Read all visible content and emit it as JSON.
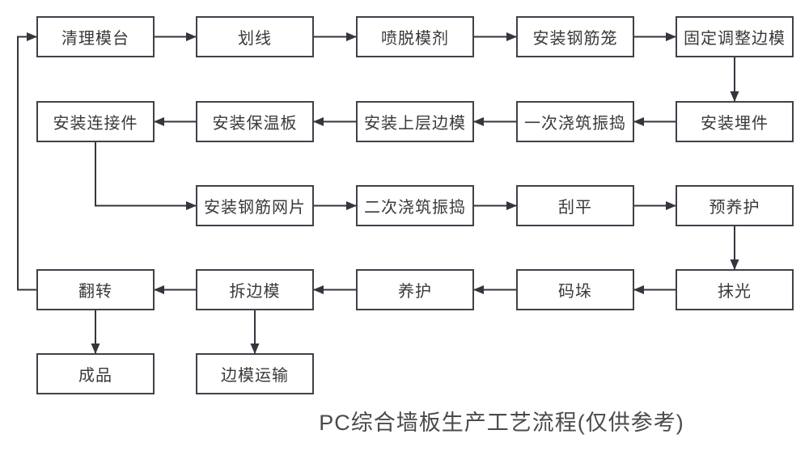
{
  "diagram": {
    "caption": "PC综合墙板生产工艺流程(仅供参考)",
    "colors": {
      "node_border": "#3e424a",
      "node_text": "#38393b",
      "edge_line": "#33363d",
      "caption_text": "#4a4a4a",
      "background": "#ffffff"
    },
    "nodes": [
      {
        "id": "clean-mold-table",
        "label": "清理模台",
        "col": 0,
        "row": 0
      },
      {
        "id": "marking",
        "label": "划线",
        "col": 1,
        "row": 0
      },
      {
        "id": "spray-release-agent",
        "label": "喷脱模剂",
        "col": 2,
        "row": 0
      },
      {
        "id": "install-rebar-cage",
        "label": "安装钢筋笼",
        "col": 3,
        "row": 0
      },
      {
        "id": "fix-adjust-side-mold",
        "label": "固定调整边模",
        "col": 4,
        "row": 0
      },
      {
        "id": "install-connectors",
        "label": "安装连接件",
        "col": 0,
        "row": 1
      },
      {
        "id": "install-insulation-board",
        "label": "安装保温板",
        "col": 1,
        "row": 1
      },
      {
        "id": "install-upper-side-mold",
        "label": "安装上层边模",
        "col": 2,
        "row": 1
      },
      {
        "id": "first-pour-vibrate",
        "label": "一次浇筑振捣",
        "col": 3,
        "row": 1
      },
      {
        "id": "install-embedded-parts",
        "label": "安装埋件",
        "col": 4,
        "row": 1
      },
      {
        "id": "install-rebar-mesh",
        "label": "安装钢筋网片",
        "col": 1,
        "row": 2
      },
      {
        "id": "second-pour-vibrate",
        "label": "二次浇筑振捣",
        "col": 2,
        "row": 2
      },
      {
        "id": "scraping-level",
        "label": "刮平",
        "col": 3,
        "row": 2
      },
      {
        "id": "pre-curing",
        "label": "预养护",
        "col": 4,
        "row": 2
      },
      {
        "id": "flip",
        "label": "翻转",
        "col": 0,
        "row": 3
      },
      {
        "id": "remove-side-mold",
        "label": "拆边模",
        "col": 1,
        "row": 3
      },
      {
        "id": "curing",
        "label": "养护",
        "col": 2,
        "row": 3
      },
      {
        "id": "stacking",
        "label": "码垛",
        "col": 3,
        "row": 3
      },
      {
        "id": "polishing",
        "label": "抹光",
        "col": 4,
        "row": 3
      },
      {
        "id": "finished-product",
        "label": "成品",
        "col": 0,
        "row": 4
      },
      {
        "id": "side-mold-transport",
        "label": "边模运输",
        "col": 1,
        "row": 4
      }
    ],
    "edges": [
      {
        "from": "clean-mold-table",
        "to": "marking",
        "type": "right"
      },
      {
        "from": "marking",
        "to": "spray-release-agent",
        "type": "right"
      },
      {
        "from": "spray-release-agent",
        "to": "install-rebar-cage",
        "type": "right"
      },
      {
        "from": "install-rebar-cage",
        "to": "fix-adjust-side-mold",
        "type": "right"
      },
      {
        "from": "fix-adjust-side-mold",
        "to": "install-embedded-parts",
        "type": "down"
      },
      {
        "from": "install-embedded-parts",
        "to": "first-pour-vibrate",
        "type": "left"
      },
      {
        "from": "first-pour-vibrate",
        "to": "install-upper-side-mold",
        "type": "left"
      },
      {
        "from": "install-upper-side-mold",
        "to": "install-insulation-board",
        "type": "left"
      },
      {
        "from": "install-insulation-board",
        "to": "install-connectors",
        "type": "left"
      },
      {
        "from": "install-connectors",
        "to": "install-rebar-mesh",
        "type": "elbow-down-right"
      },
      {
        "from": "install-rebar-mesh",
        "to": "second-pour-vibrate",
        "type": "right"
      },
      {
        "from": "second-pour-vibrate",
        "to": "scraping-level",
        "type": "right"
      },
      {
        "from": "scraping-level",
        "to": "pre-curing",
        "type": "right"
      },
      {
        "from": "pre-curing",
        "to": "polishing",
        "type": "down"
      },
      {
        "from": "polishing",
        "to": "stacking",
        "type": "left"
      },
      {
        "from": "stacking",
        "to": "curing",
        "type": "left"
      },
      {
        "from": "curing",
        "to": "remove-side-mold",
        "type": "left"
      },
      {
        "from": "remove-side-mold",
        "to": "flip",
        "type": "left"
      },
      {
        "from": "flip",
        "to": "finished-product",
        "type": "down"
      },
      {
        "from": "remove-side-mold",
        "to": "side-mold-transport",
        "type": "down"
      },
      {
        "from": "flip",
        "to": "clean-mold-table",
        "type": "loop-left-up-right"
      }
    ]
  }
}
